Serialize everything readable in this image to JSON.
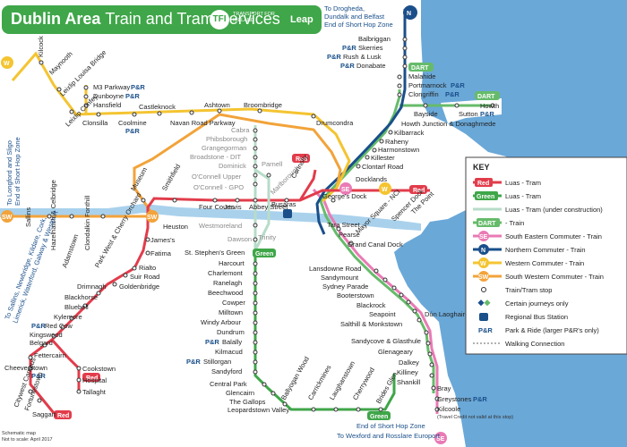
{
  "header": {
    "title_bold": "Dublin Area",
    "title_rest": "Train and Tram Services",
    "tfi_badge": "TFI",
    "tfi_text": "TRANSPORT FOR IRELAND",
    "leap_text": "Leap"
  },
  "colors": {
    "red": "#e23c4b",
    "green": "#3fa649",
    "dart": "#66bb6a",
    "northern": "#1a4f8a",
    "southeast": "#e97ab4",
    "western": "#f4c431",
    "southwestern": "#f2a33a",
    "construction": "#b7dcc9",
    "sea": "#6aa8d8",
    "river": "#a9d1ec"
  },
  "tags": {
    "red": "Red",
    "green": "Green",
    "dart": "DART",
    "n": "N",
    "w": "W",
    "sw": "SW",
    "se": "SE"
  },
  "stations": {
    "drogheda_line": [
      "To Drogheda,",
      "Dundalk and Belfast",
      "End of Short Hop Zone"
    ],
    "balbriggan": "Balbriggan",
    "skerries": "Skerries",
    "rush_lusk": "Rush & Lusk",
    "donabate": "Donabate",
    "malahide": "Malahide",
    "portmarnock": "Portmarnock",
    "clongriffin": "Clongriffin",
    "bayside": "Bayside",
    "sutton": "Sutton",
    "howth": "Howth",
    "howth_junction": "Howth Junction & Donaghmede",
    "kilbarrack": "Kilbarrack",
    "raheny": "Raheny",
    "harmonstown": "Harmonstown",
    "killester": "Killester",
    "clontarf_road": "Clontarf Road",
    "docklands": "Docklands",
    "kilcock": "Kilcock",
    "maynooth": "Maynooth",
    "leixlip_louisa": "Leixlip Louisa Bridge",
    "leixlip_confey": "Leixlip Confey",
    "m3_parkway": "M3 Parkway",
    "dunboyne": "Dunboyne",
    "hansfield": "Hansfield",
    "clonsilla": "Clonsilla",
    "coolmine": "Coolmine",
    "castleknock": "Castleknock",
    "navan_road": "Navan Road Parkway",
    "ashtown": "Ashtown",
    "broombridge": "Broombridge",
    "drumcondra": "Drumcondra",
    "sligo_line": [
      "To Longford and Sligo",
      "End of Short Hop Zone"
    ],
    "cabra": "Cabra",
    "phibsborough": "Phibsborough",
    "grangegorman": "Grangegorman",
    "broadstone": "Broadstone - DIT",
    "dominick": "Dominick",
    "parnell": "Parnell",
    "oconnell_upper": "O'Connell Upper",
    "oconnell_gpo": "O'Connell - GPO",
    "marlborough": "Marlborough",
    "connolly": "Connolly",
    "georges_dock": "George's Dock",
    "mayor_square": "Mayor Square - NCI",
    "spencer_dock": "Spencer Dock",
    "the_point": "The Point",
    "museum": "Museum",
    "smithfield": "Smithfield",
    "four_courts": "Four Courts",
    "jervis": "Jervis",
    "abbey_street": "Abbey Street",
    "busaras": "Busáras",
    "westmoreland": "Westmoreland",
    "dawson": "Dawson",
    "trinity": "Trinity",
    "tara_street": "Tara Street",
    "pearse": "Pearse",
    "grand_canal": "Grand Canal Dock",
    "sallins": "Sallins",
    "hazelhatch": "Hazelhatch & Celbridge",
    "clondalkin": "Clondalkin Fonthill",
    "adamstown": "Adamstown",
    "park_west": "Park West & Cherry Orchard",
    "heuston": "Heuston",
    "james": "James's",
    "fatima": "Fatima",
    "rialto": "Rialto",
    "suir_road": "Suir Road",
    "goldenbridge": "Goldenbridge",
    "drimnagh": "Drimnagh",
    "blackhorse": "Blackhorse",
    "bluebell": "Bluebell",
    "kylemore": "Kylemore",
    "red_cow": "Red Cow",
    "kingswood": "Kingswood",
    "belgard": "Belgard",
    "fettercairn": "Fettercairn",
    "cheeverstown": "Cheeverstown",
    "citywest": "Citywest Campus",
    "fortunestown": "Fortunestown",
    "saggart": "Saggart",
    "cookstown": "Cookstown",
    "hospital": "Hospital",
    "tallaght": "Tallaght",
    "cork_line": [
      "To Sallins, Newbridge, Kildare, Cork,",
      "Limerick, Waterford, Galway & Westport"
    ],
    "st_stephens": "St. Stephen's Green",
    "harcourt": "Harcourt",
    "charlemont": "Charlemont",
    "ranelagh": "Ranelagh",
    "beechwood": "Beechwood",
    "cowper": "Cowper",
    "milltown": "Milltown",
    "windy_arbour": "Windy Arbour",
    "dundrum": "Dundrum",
    "balally": "Balally",
    "kilmacud": "Kilmacud",
    "stillorgan": "Stillorgan",
    "sandyford": "Sandyford",
    "central_park": "Central Park",
    "glencairn": "Glencairn",
    "the_gallops": "The Gallops",
    "leopardstown_valley": "Leopardstown Valley",
    "ballyogan_wood": "Ballyogan Wood",
    "carrickmines": "Carrickmines",
    "laughanstown": "Laughanstown",
    "cherrywood": "Cherrywood",
    "brides_glen": "Brides Glen",
    "lansdowne": "Lansdowne Road",
    "sandymount": "Sandymount",
    "sydney_parade": "Sydney Parade",
    "booterstown": "Booterstown",
    "blackrock": "Blackrock",
    "seapoint": "Seapoint",
    "salthill": "Salthill & Monkstown",
    "dun_laoghaire": "Dún Laoghaire",
    "sandycove": "Sandycove & Glasthule",
    "glenageary": "Glenageary",
    "dalkey": "Dalkey",
    "killiney": "Killiney",
    "shankill": "Shankill",
    "bray": "Bray",
    "greystones": "Greystones",
    "kilcoole": "Kilcoole",
    "kilcoole_note": "(Travel Credit not valid at this stop)",
    "wexford_line": [
      "End of Short Hop Zone",
      "To Wexford and Rosslare Europort"
    ]
  },
  "pr_label": "P&R",
  "key": {
    "title": "KEY",
    "items": [
      {
        "tag": "Red",
        "label": "Luas - Tram"
      },
      {
        "tag": "Green",
        "label": "Luas - Tram"
      },
      {
        "tag": "",
        "label": "Luas - Tram (under construction)"
      },
      {
        "tag": "DART",
        "label": "- Train"
      },
      {
        "tag": "SE",
        "label": "South Eastern Commuter - Train"
      },
      {
        "tag": "N",
        "label": "Northern Commuter - Train"
      },
      {
        "tag": "W",
        "label": "Western Commuter - Train"
      },
      {
        "tag": "SW",
        "label": "South Western Commuter - Train"
      },
      {
        "tag": "",
        "label": "Train/Tram stop"
      },
      {
        "tag": "",
        "label": "Certain journeys only"
      },
      {
        "tag": "",
        "label": "Regional Bus Station"
      },
      {
        "tag": "P&R",
        "label": "Park & Ride (larger P&R's only)"
      },
      {
        "tag": "",
        "label": "Walking Connection"
      }
    ]
  },
  "footnote": [
    "Schematic map",
    "Not to scale: April 2017"
  ]
}
